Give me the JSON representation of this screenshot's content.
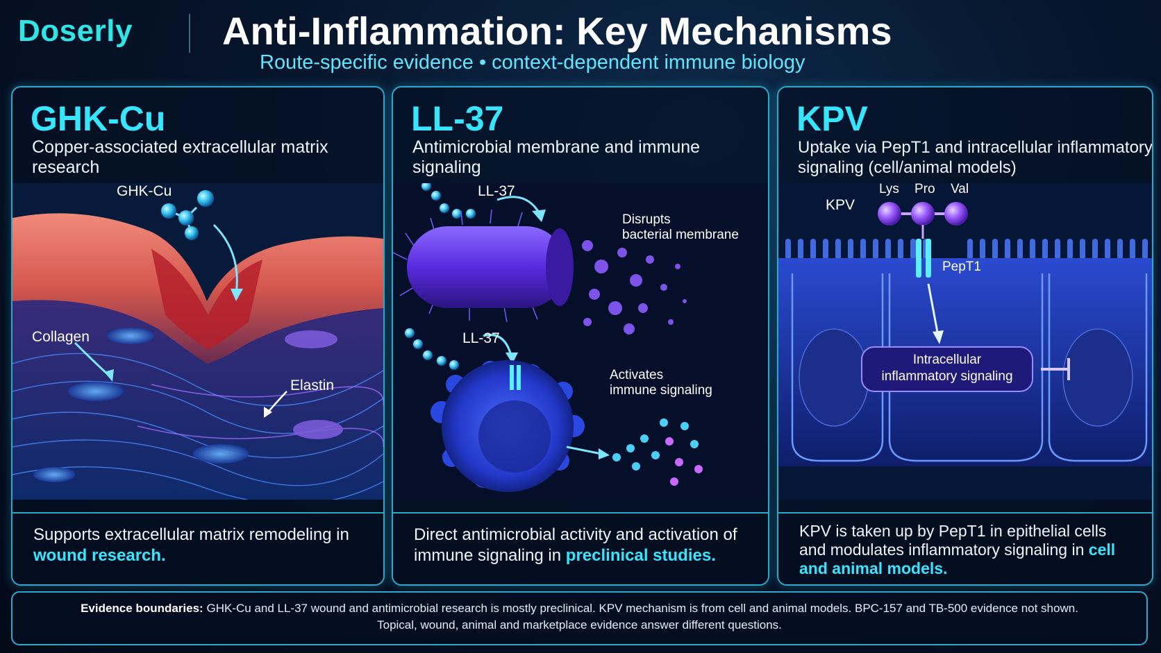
{
  "header": {
    "logo": "Doserly",
    "title": "Anti-Inflammation: Key Mechanisms",
    "subtitle": "Route-specific evidence • context-dependent immune biology"
  },
  "panels": [
    {
      "title": "GHK-Cu",
      "subtitle": "Copper-associated extracellular matrix research",
      "labels": {
        "molecule": "GHK-Cu",
        "collagen": "Collagen",
        "elastin": "Elastin"
      },
      "footer_text": "Supports extracellular matrix remodeling in ",
      "footer_highlight": "wound research."
    },
    {
      "title": "LL-37",
      "subtitle": "Antimicrobial membrane and immune signaling",
      "labels": {
        "peptide_top": "LL-37",
        "disrupts_1": "Disrupts",
        "disrupts_2": "bacterial membrane",
        "peptide_bottom": "LL-37",
        "activates_1": "Activates",
        "activates_2": "immune signaling"
      },
      "footer_text": "Direct antimicrobial activity and activation of immune signaling in ",
      "footer_highlight": "preclinical studies."
    },
    {
      "title": "KPV",
      "subtitle": "Uptake via PepT1 and intracellular inflammatory signaling (cell/animal models)",
      "labels": {
        "kpv": "KPV",
        "lys": "Lys",
        "pro": "Pro",
        "val": "Val",
        "pept1": "PepT1",
        "box_1": "Intracellular",
        "box_2": "inflammatory signaling"
      },
      "footer_text": "KPV is taken up by PepT1 in epithelial cells and modulates inflammatory signaling in ",
      "footer_highlight": "cell and animal models."
    }
  ],
  "evidence": {
    "label": "Evidence boundaries:",
    "line1": "GHK-Cu and LL-37 wound and antimicrobial research is mostly preclinical. KPV mechanism is from cell and animal models.  BPC-157 and TB-500 evidence not shown.",
    "line2": "Topical, wound, animal and marketplace evidence answer different questions."
  },
  "colors": {
    "accent": "#35e6ff",
    "border": "#2aa9c9",
    "background": "#06142a",
    "purple": "#8a5cff"
  }
}
